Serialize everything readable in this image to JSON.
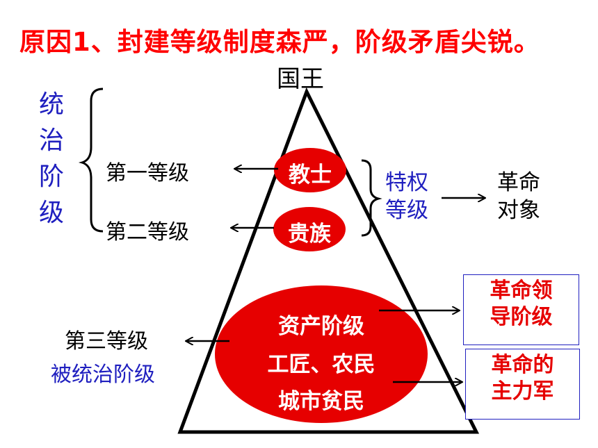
{
  "title": "原因1、封建等级制度森严，阶级矛盾尖锐。",
  "pyramid_top": "国王",
  "ruling_class": [
    "统",
    "治",
    "阶",
    "级"
  ],
  "estates": {
    "first": "第一等级",
    "second": "第二等级",
    "third": "第三等级",
    "third_note": "被统治阶级"
  },
  "ellipses": {
    "clergy": "教士",
    "nobility": "贵族",
    "bourgeoisie": "资产阶级",
    "artisans_peasants": "工匠、农民",
    "urban_poor": "城市贫民"
  },
  "privileged": [
    "特权",
    "等级"
  ],
  "target": [
    "革命",
    "对象"
  ],
  "leader_box": [
    "革命领",
    "导阶级"
  ],
  "main_force_box": [
    "革命的",
    "主力军"
  ],
  "colors": {
    "title": "#ff0000",
    "ellipse_fill": "#e60000",
    "blue_text": "#1f1fbf",
    "box_text": "#e60000"
  }
}
